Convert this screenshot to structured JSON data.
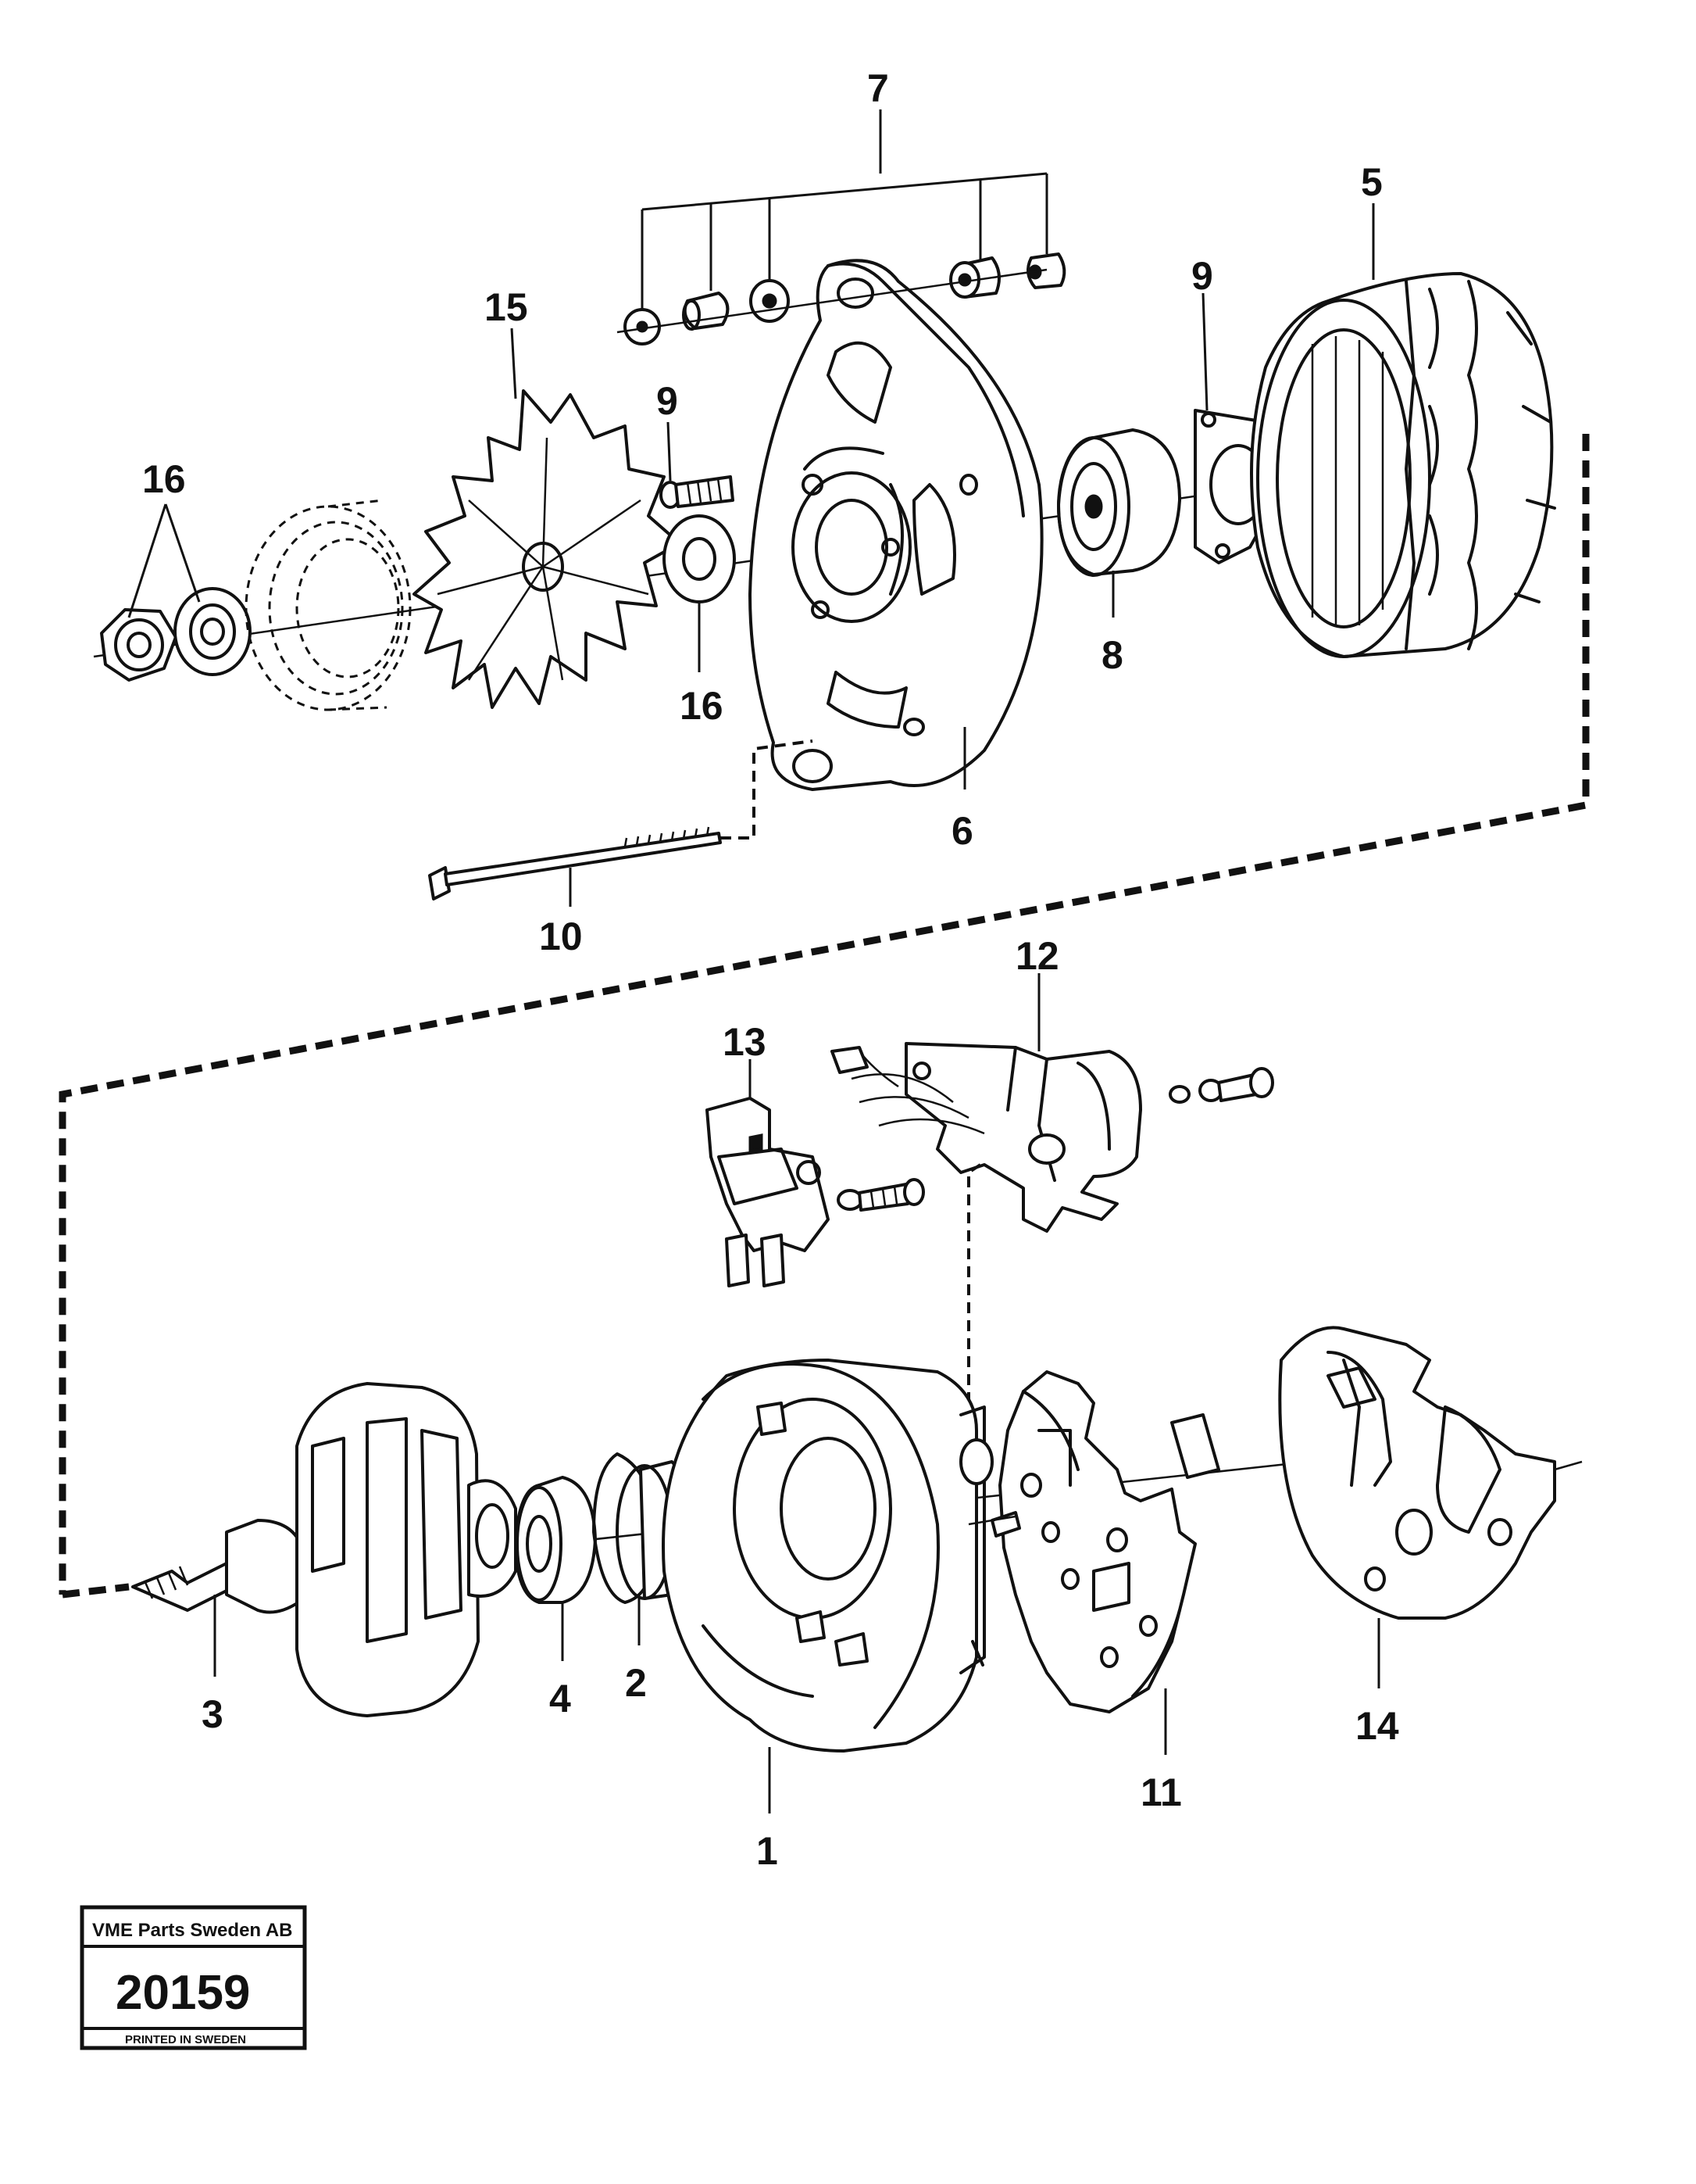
{
  "callouts": {
    "c1": "1",
    "c2": "2",
    "c3": "3",
    "c4": "4",
    "c5": "5",
    "c6": "6",
    "c7": "7",
    "c8": "8",
    "c9a": "9",
    "c9b": "9",
    "c10": "10",
    "c11": "11",
    "c12": "12",
    "c13": "13",
    "c14": "14",
    "c15": "15",
    "c16a": "16",
    "c16b": "16"
  },
  "stamp": {
    "company": "VME Parts Sweden AB",
    "number": "20159",
    "printed": "PRINTED IN SWEDEN"
  }
}
